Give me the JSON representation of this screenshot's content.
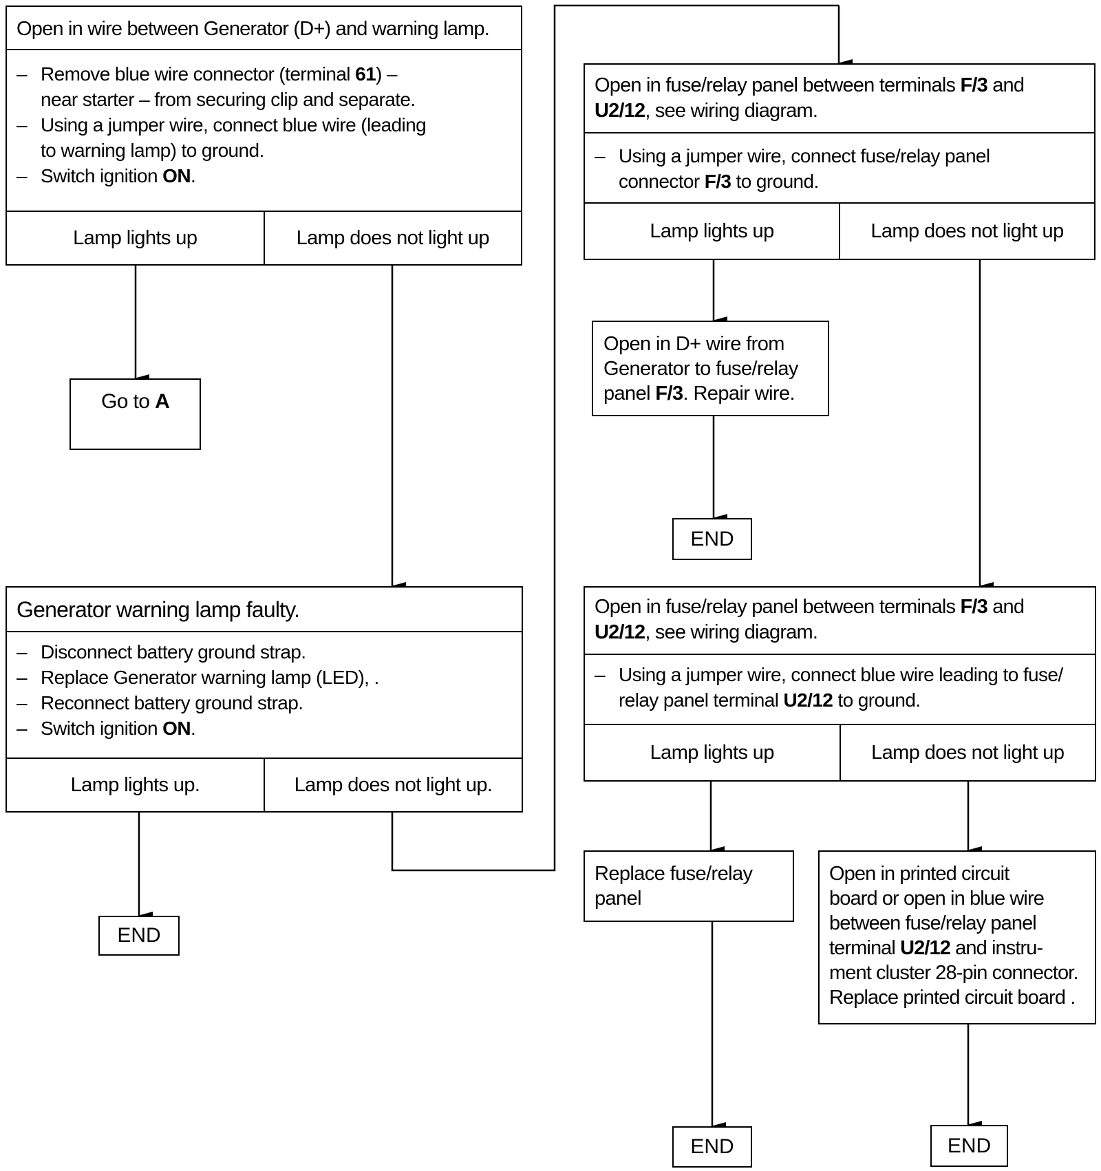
{
  "left_top": {
    "title": "Open in wire between Generator (D+) and warning lamp.",
    "steps": [
      {
        "dash": "–",
        "parts": [
          {
            "t": "Remove blue wire connector (terminal "
          },
          {
            "t": "61",
            "b": true
          },
          {
            "t": ") –"
          }
        ]
      },
      {
        "dash": "",
        "parts": [
          {
            "t": "near starter – from securing clip and separate."
          }
        ]
      },
      {
        "dash": "–",
        "parts": [
          {
            "t": "Using a jumper wire, connect blue wire (leading"
          }
        ]
      },
      {
        "dash": "",
        "parts": [
          {
            "t": "to warning lamp) to ground."
          }
        ]
      },
      {
        "dash": "–",
        "parts": [
          {
            "t": "Switch ignition "
          },
          {
            "t": "ON",
            "b": true
          },
          {
            "t": "."
          }
        ]
      }
    ],
    "yes": "Lamp lights up",
    "no": "Lamp does not light up"
  },
  "goto_a": {
    "prefix": "Go to ",
    "target": "A"
  },
  "left_bottom": {
    "title": "Generator warning lamp faulty.",
    "steps": [
      {
        "dash": "–",
        "parts": [
          {
            "t": "Disconnect battery ground strap."
          }
        ]
      },
      {
        "dash": "–",
        "parts": [
          {
            "t": "Replace Generator warning lamp (LED), ."
          }
        ]
      },
      {
        "dash": "–",
        "parts": [
          {
            "t": "Reconnect battery ground strap."
          }
        ]
      },
      {
        "dash": "–",
        "parts": [
          {
            "t": "Switch ignition "
          },
          {
            "t": "ON",
            "b": true
          },
          {
            "t": "."
          }
        ]
      }
    ],
    "yes": "Lamp lights up.",
    "no": "Lamp does not light up."
  },
  "right_top": {
    "title_parts": [
      [
        {
          "t": "Open in fuse/relay panel between terminals "
        },
        {
          "t": "F/3",
          "b": true
        },
        {
          "t": " and"
        }
      ],
      [
        {
          "t": "U2/12",
          "b": true
        },
        {
          "t": ", see wiring diagram."
        }
      ]
    ],
    "steps": [
      {
        "dash": "–",
        "parts": [
          {
            "t": "Using a jumper wire, connect fuse/relay panel"
          }
        ]
      },
      {
        "dash": "",
        "parts": [
          {
            "t": "connector "
          },
          {
            "t": "F/3",
            "b": true
          },
          {
            "t": " to ground."
          }
        ]
      }
    ],
    "yes": "Lamp lights up",
    "no": "Lamp does not light up"
  },
  "d_plus_box": {
    "lines": [
      [
        {
          "t": "Open in D+ wire from"
        }
      ],
      [
        {
          "t": "Generator to fuse/relay"
        }
      ],
      [
        {
          "t": "panel "
        },
        {
          "t": "F/3",
          "b": true
        },
        {
          "t": ". Repair wire."
        }
      ]
    ]
  },
  "right_bottom": {
    "title_parts": [
      [
        {
          "t": "Open in fuse/relay panel between terminals "
        },
        {
          "t": "F/3",
          "b": true
        },
        {
          "t": " and"
        }
      ],
      [
        {
          "t": "U2/12",
          "b": true
        },
        {
          "t": ", see wiring diagram."
        }
      ]
    ],
    "steps": [
      {
        "dash": "–",
        "parts": [
          {
            "t": "Using a jumper wire, connect blue wire leading to fuse/"
          }
        ]
      },
      {
        "dash": "",
        "parts": [
          {
            "t": "relay panel terminal "
          },
          {
            "t": "U2/12",
            "b": true
          },
          {
            "t": " to ground."
          }
        ]
      }
    ],
    "yes": "Lamp lights up",
    "no": "Lamp does not light up"
  },
  "replace_panel": {
    "lines": [
      [
        {
          "t": "Replace fuse/relay"
        }
      ],
      [
        {
          "t": "panel"
        }
      ]
    ]
  },
  "pcb_box": {
    "lines": [
      [
        {
          "t": "Open in printed circuit"
        }
      ],
      [
        {
          "t": "board or open in blue wire"
        }
      ],
      [
        {
          "t": "between fuse/relay panel"
        }
      ],
      [
        {
          "t": "terminal "
        },
        {
          "t": "U2/12",
          "b": true
        },
        {
          "t": " and instru-"
        }
      ],
      [
        {
          "t": "ment cluster 28-pin connector."
        }
      ],
      [
        {
          "t": "Replace printed circuit board ."
        }
      ]
    ]
  },
  "end_label": "END"
}
